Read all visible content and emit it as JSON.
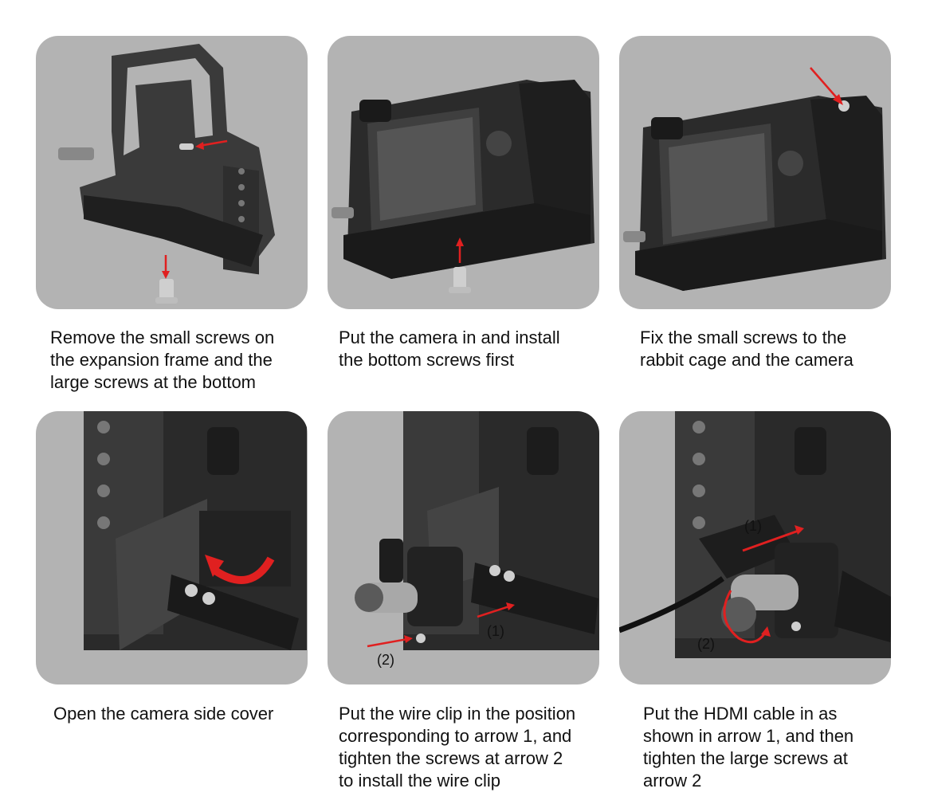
{
  "steps": [
    {
      "caption": "Remove the small screws on\nthe expansion frame and the\nlarge screws at the bottom"
    },
    {
      "caption": "Put the camera in and install\nthe bottom screws first"
    },
    {
      "caption": "Fix the small screws to the\nrabbit cage and the camera"
    },
    {
      "caption": "Open the camera side cover"
    },
    {
      "caption": "Put the wire clip in the position\ncorresponding to arrow 1, and\ntighten the screws at arrow 2\nto install the wire clip"
    },
    {
      "caption": "Put the HDMI cable in as\nshown in arrow 1, and then\ntighten the large screws at\narrow 2"
    }
  ],
  "labels": {
    "arrow_1": "(1)",
    "arrow_2": "(2)"
  },
  "colors": {
    "panel_bg": "#b3b3b3",
    "arrow": "#e02020",
    "metal": "#2b2b2b"
  }
}
